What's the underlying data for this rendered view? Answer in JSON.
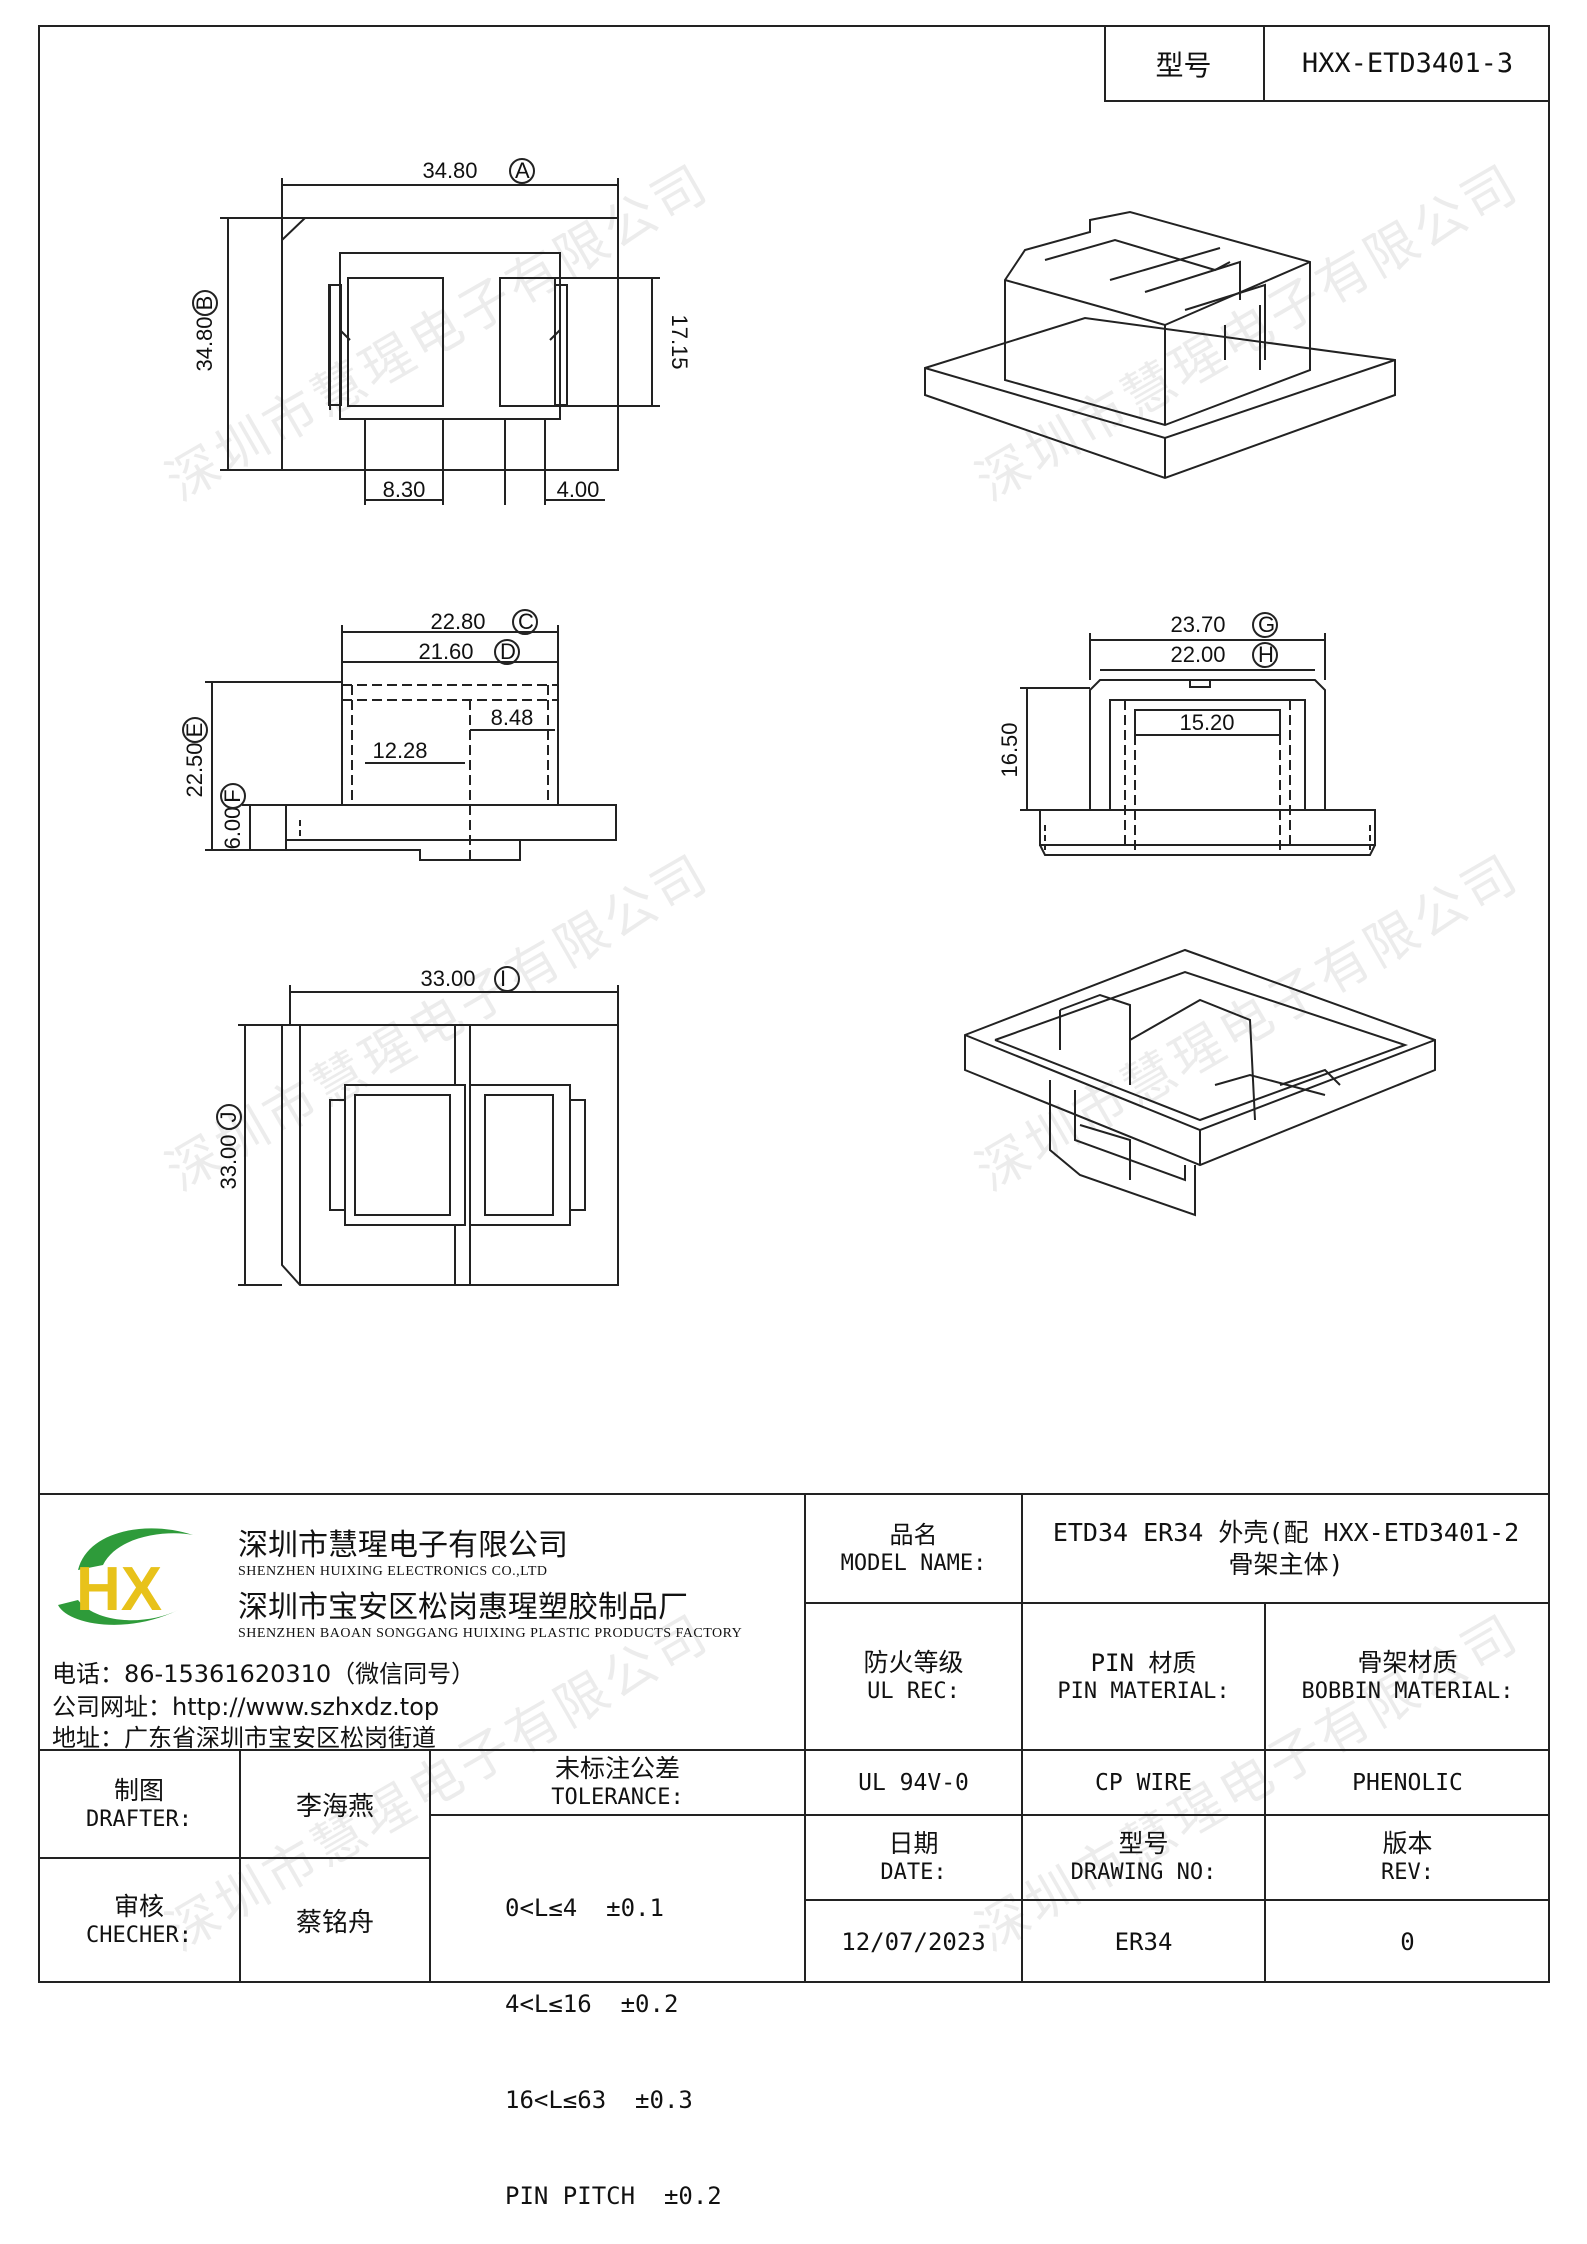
{
  "header": {
    "model_label": "型号",
    "model_value": "HXX-ETD3401-3"
  },
  "watermark": "深圳市慧瑆电子有限公司",
  "views": {
    "top": {
      "dim_a": "34.80",
      "tag_a": "A",
      "dim_b": "34.80",
      "tag_b": "B",
      "dim_height": "17.15",
      "dim_left": "8.30",
      "dim_right": "4.00"
    },
    "side": {
      "dim_c": "22.80",
      "tag_c": "C",
      "dim_d": "21.60",
      "tag_d": "D",
      "dim_e": "22.50",
      "tag_e": "E",
      "dim_f": "6.00",
      "tag_f": "F",
      "dim_inner1": "12.28",
      "dim_inner2": "8.48"
    },
    "front": {
      "dim_g": "23.70",
      "tag_g": "G",
      "dim_h": "22.00",
      "tag_h": "H",
      "dim_height": "16.50",
      "dim_inner": "15.20"
    },
    "bottom": {
      "dim_i": "33.00",
      "tag_i": "I",
      "dim_j": "33.00",
      "tag_j": "J"
    }
  },
  "company": {
    "name_cn": "深圳市慧瑆电子有限公司",
    "name_en": "SHENZHEN HUIXING ELECTRONICS CO.,LTD",
    "factory_cn": "深圳市宝安区松岗惠瑆塑胶制品厂",
    "factory_en": "SHENZHEN BAOAN SONGGANG HUIXING PLASTIC PRODUCTS FACTORY",
    "phone": "电话：86-15361620310（微信同号）",
    "website": "公司网址：http://www.szhxdz.top",
    "address": "地址：广东省深圳市宝安区松岗街道",
    "logo_text": "HX",
    "logo_colors": {
      "green": "#2e9b3a",
      "yellow": "#e8c21a"
    }
  },
  "title_block": {
    "model_name_cn": "品名",
    "model_name_en": "MODEL NAME:",
    "model_name_value_1": "ETD34 ER34 外壳(配 HXX-ETD3401-2",
    "model_name_value_2": "骨架主体)",
    "ul_cn": "防火等级",
    "ul_en": "UL REC:",
    "pin_cn": "PIN 材质",
    "pin_en": "PIN MATERIAL:",
    "bobbin_cn": "骨架材质",
    "bobbin_en": "BOBBIN MATERIAL:",
    "ul_value": "UL 94V-0",
    "pin_value": "CP WIRE",
    "bobbin_value": "PHENOLIC",
    "drafter_cn": "制图",
    "drafter_en": "DRAFTER:",
    "drafter_name": "李海燕",
    "checker_cn": "审核",
    "checker_en": "CHECHER:",
    "checker_name": "蔡铭舟",
    "tolerance_cn": "未标注公差",
    "tolerance_en": "TOLERANCE:",
    "tolerance_lines": [
      "0<L≤4  ±0.1",
      "4<L≤16  ±0.2",
      "16<L≤63  ±0.3",
      "PIN PITCH  ±0.2"
    ],
    "date_cn": "日期",
    "date_en": "DATE:",
    "date_value": "12/07/2023",
    "drawing_no_cn": "型号",
    "drawing_no_en": "DRAWING NO:",
    "drawing_no_value": "ER34",
    "rev_cn": "版本",
    "rev_en": "REV:",
    "rev_value": "0"
  }
}
